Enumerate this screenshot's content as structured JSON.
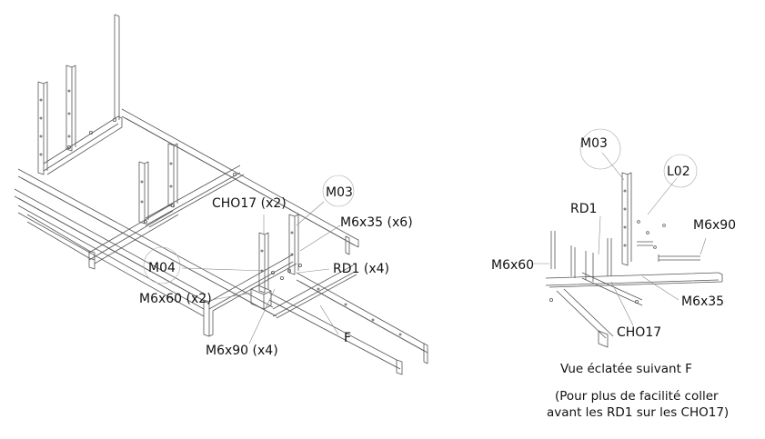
{
  "main_view": {
    "labels": {
      "cho17_x2": "CHO17 (x2)",
      "m03": "M03",
      "m6x35_x6": "M6x35 (x6)",
      "m04": "M04",
      "rd1_x4": "RD1 (x4)",
      "m6x60_x2": "M6x60 (x2)",
      "m6x90_x4": "M6x90 (x4)",
      "f": "F"
    }
  },
  "exploded_view": {
    "labels": {
      "m03": "M03",
      "l02": "L02",
      "rd1": "RD1",
      "m6x90": "M6x90",
      "m6x60": "M6x60",
      "m6x35": "M6x35",
      "cho17": "CHO17"
    },
    "caption_title": "Vue éclatée suivant F",
    "caption_note_line1": "(Pour plus de facilité coller",
    "caption_note_line2": "avant les RD1 sur les CHO17)"
  },
  "colors": {
    "line": "#555555",
    "text": "#111111",
    "background": "#ffffff"
  }
}
